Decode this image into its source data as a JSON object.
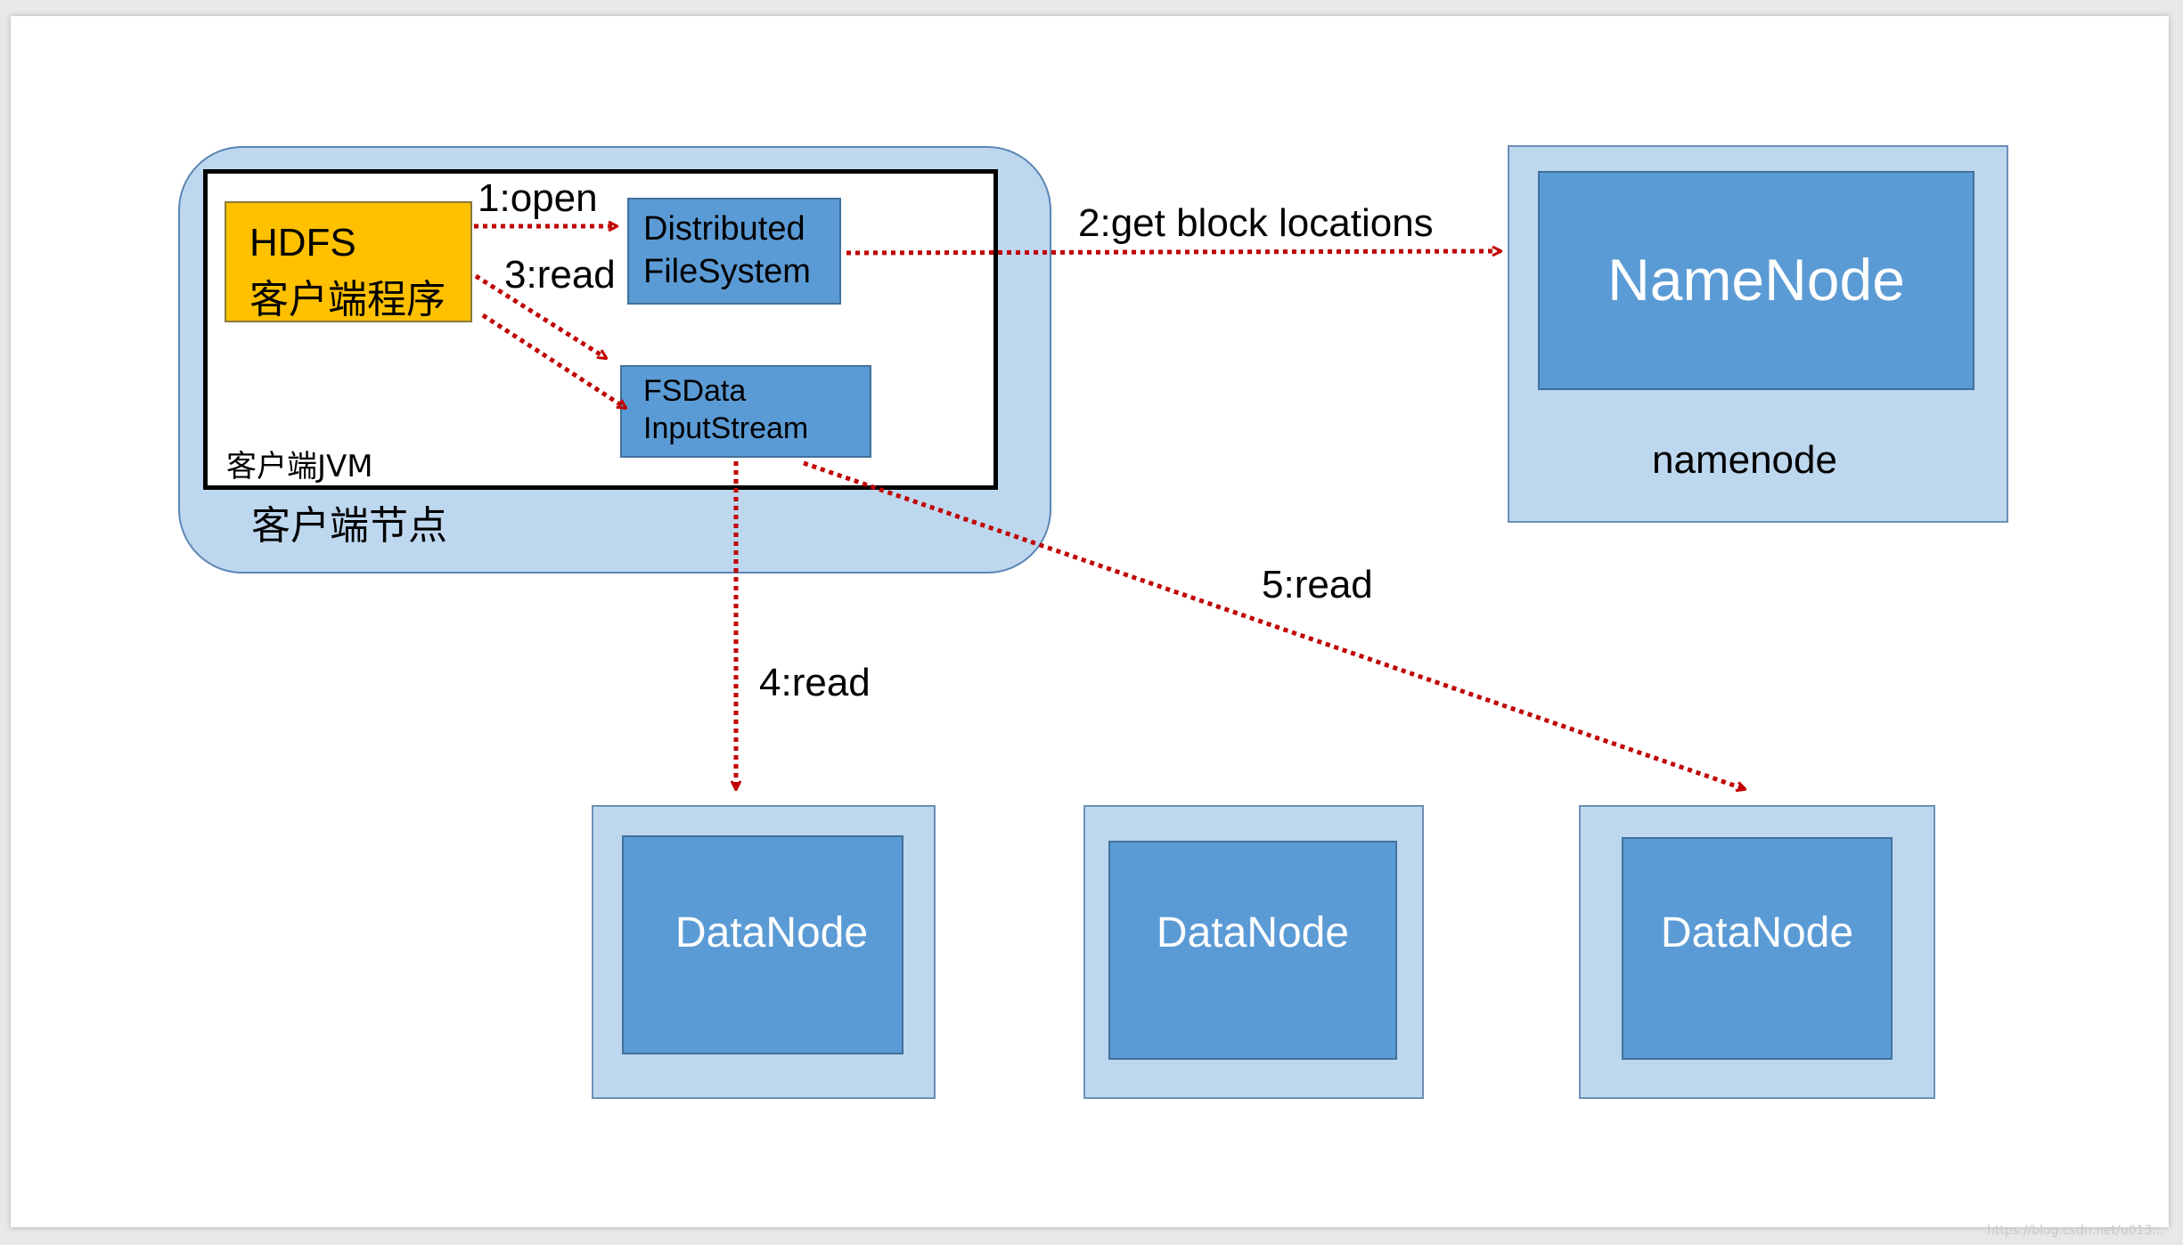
{
  "client_node": {
    "region_label": "客户端节点",
    "jvm_label": "客户端JVM",
    "hdfs_client": {
      "line1": "HDFS",
      "line2": "客户端程序"
    },
    "distributed_fs": {
      "line1": "Distributed",
      "line2": "FileSystem"
    },
    "fsdata_stream": {
      "line1": "FSData",
      "line2": "InputStream"
    }
  },
  "namenode": {
    "inner_label": "NameNode",
    "host_label": "namenode"
  },
  "datanodes": [
    {
      "label": "DataNode"
    },
    {
      "label": "DataNode"
    },
    {
      "label": "DataNode"
    }
  ],
  "steps": {
    "open": "1:open",
    "get_block_locations": "2:get block locations",
    "read_stream": "3:read",
    "read_datanode_1": "4:read",
    "read_datanode_3": "5:read"
  },
  "arrow_color": "#c00000",
  "watermark": "https://blog.csdn.net/u013..."
}
